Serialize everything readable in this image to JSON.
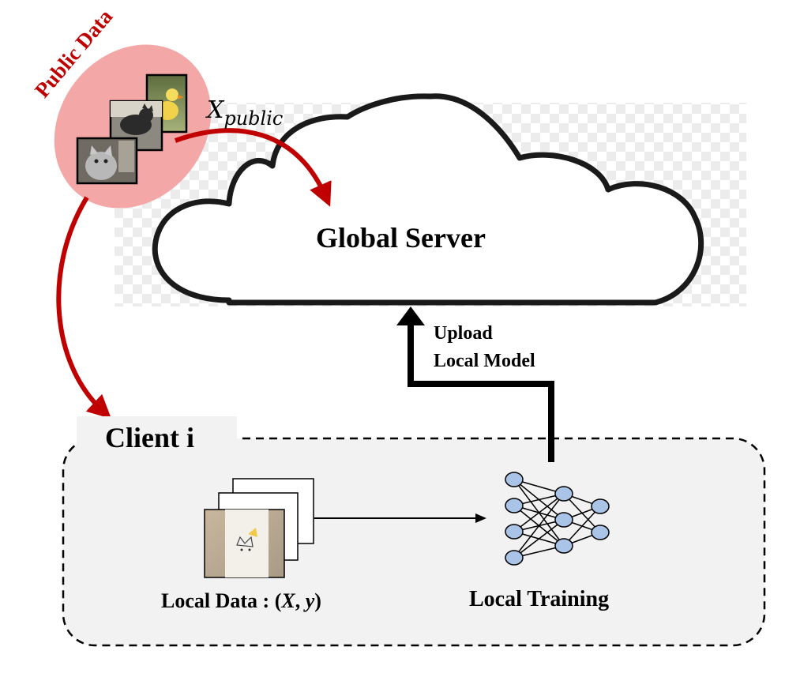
{
  "server": {
    "label": "Global Server"
  },
  "public_data": {
    "label": "Public Data",
    "tag_base": "X",
    "tag_sub": "public"
  },
  "upload": {
    "line1": "Upload",
    "line2": "Local Model"
  },
  "client": {
    "label": "Client i"
  },
  "local_data": {
    "prefix": "Local Data : (",
    "x": "X",
    "sep": ", ",
    "y": "y",
    "suffix": ")"
  },
  "local_training": {
    "label": "Local Training"
  },
  "colors": {
    "red_arrow": "#c00000",
    "public_blob": "#f4a7a7",
    "client_box": "#f2f2f2",
    "node_fill": "#aac4e8"
  },
  "icons": [
    "duck-photo",
    "kitten-photo",
    "cat-photo",
    "cat-mug-photo",
    "neural-network-icon"
  ]
}
